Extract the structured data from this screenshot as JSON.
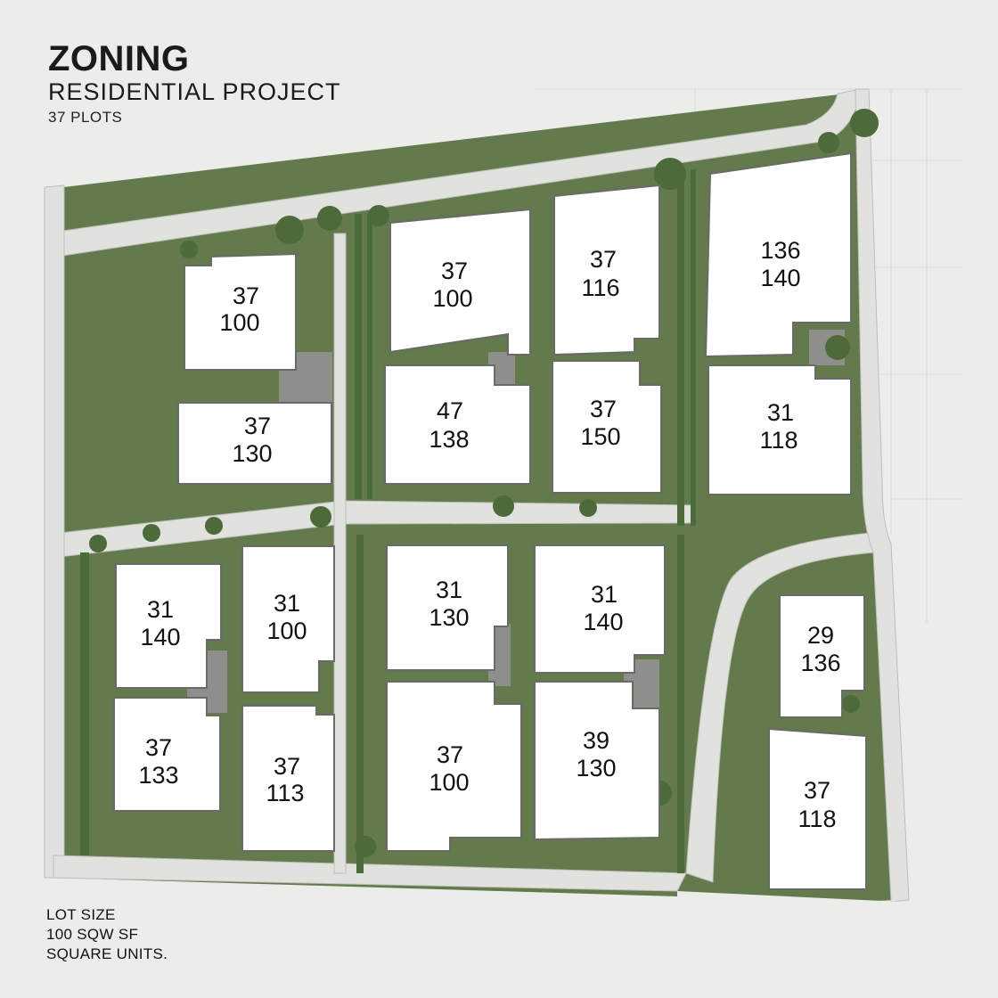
{
  "header": {
    "title": "ZONING",
    "subtitle": "RESIDENTIAL PROJECT",
    "plot_count": "37 PLOTS"
  },
  "legend": {
    "line1": "LOT SIZE",
    "line2": "100 SQW SF",
    "line3": "SQUARE UNITS."
  },
  "colors": {
    "background": "#ececeb",
    "grass": "#637a4c",
    "road": "#e1e1de",
    "lot": "#ffffff",
    "paving": "#8a8a86",
    "trees": "#4c6a3a"
  },
  "lots": [
    {
      "id": "lot-a1",
      "top": "37",
      "bottom": "100"
    },
    {
      "id": "lot-a2",
      "top": "37",
      "bottom": "130"
    },
    {
      "id": "lot-b1",
      "top": "37",
      "bottom": "100"
    },
    {
      "id": "lot-b2",
      "top": "47",
      "bottom": "138"
    },
    {
      "id": "lot-c1",
      "top": "37",
      "bottom": "116"
    },
    {
      "id": "lot-c2",
      "top": "37",
      "bottom": "150"
    },
    {
      "id": "lot-d1",
      "top": "136",
      "bottom": "140"
    },
    {
      "id": "lot-d2",
      "top": "31",
      "bottom": "118"
    },
    {
      "id": "lot-e1",
      "top": "31",
      "bottom": "140"
    },
    {
      "id": "lot-e2",
      "top": "37",
      "bottom": "133"
    },
    {
      "id": "lot-f1",
      "top": "31",
      "bottom": "100"
    },
    {
      "id": "lot-f2",
      "top": "37",
      "bottom": "113"
    },
    {
      "id": "lot-g1",
      "top": "31",
      "bottom": "130"
    },
    {
      "id": "lot-g2",
      "top": "37",
      "bottom": "100"
    },
    {
      "id": "lot-h1",
      "top": "31",
      "bottom": "140"
    },
    {
      "id": "lot-h2",
      "top": "39",
      "bottom": "130"
    },
    {
      "id": "lot-i1",
      "top": "29",
      "bottom": "136"
    },
    {
      "id": "lot-i2",
      "top": "37",
      "bottom": "118"
    }
  ]
}
